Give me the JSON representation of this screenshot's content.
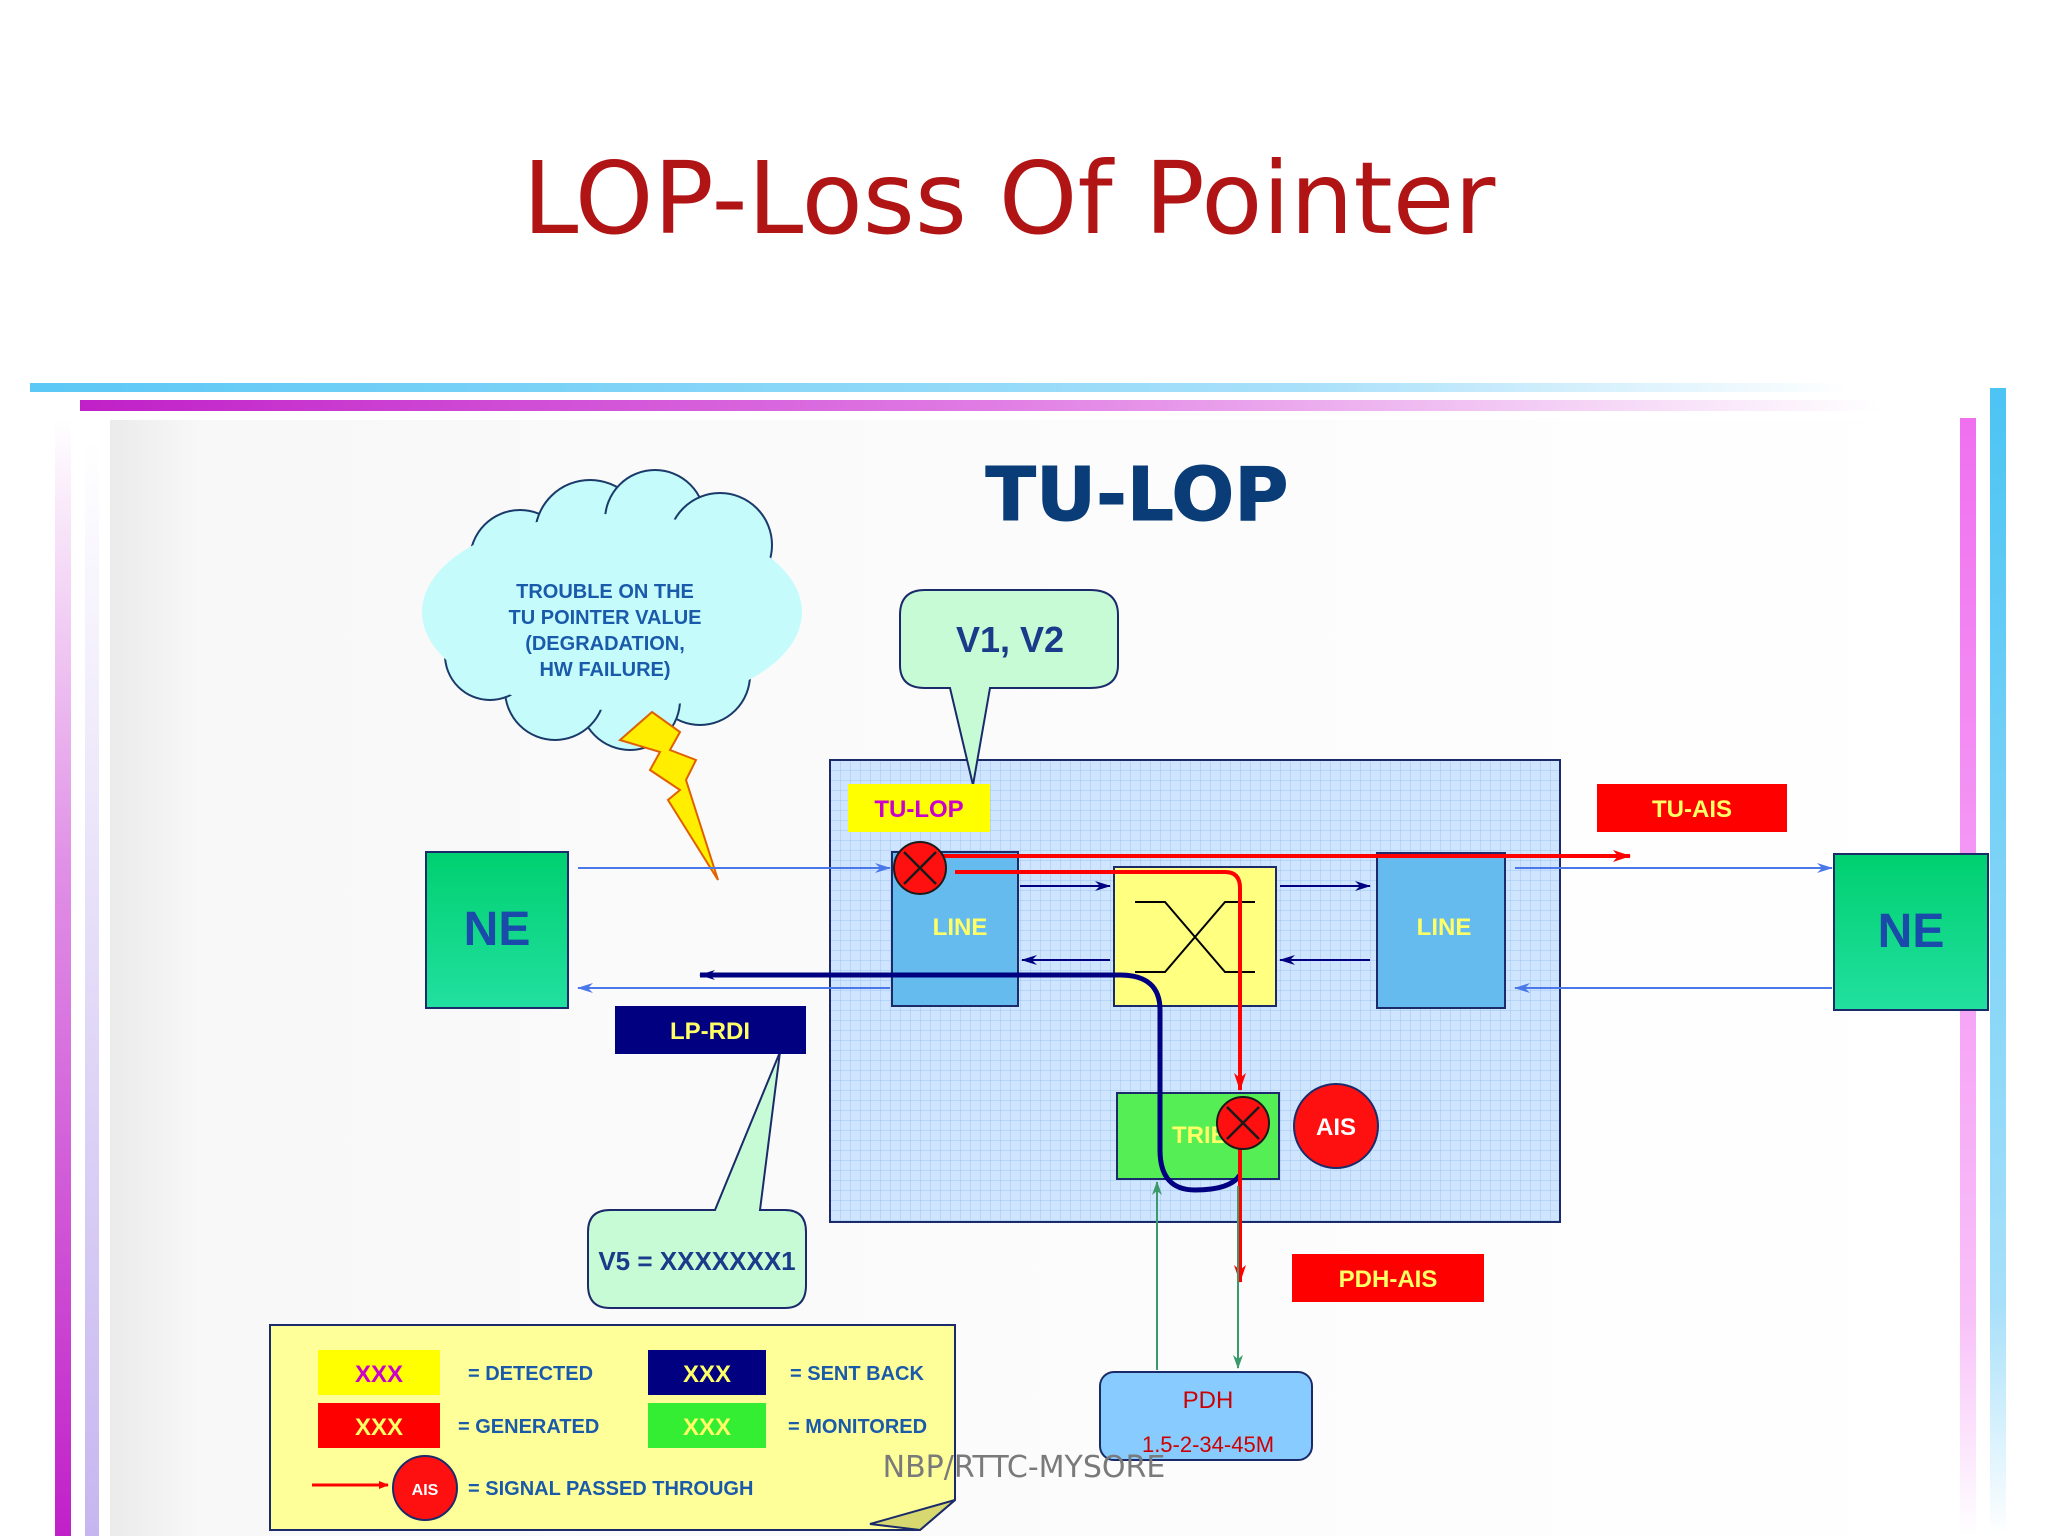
{
  "slide": {
    "title": "LOP-Loss Of Pointer",
    "footer": "NBP/RTTC-MYSORE"
  },
  "diagram": {
    "heading": "TU-LOP",
    "cloud_lines": [
      "TROUBLE ON THE",
      "TU POINTER VALUE",
      "(DEGRADATION,",
      "HW FAILURE)"
    ],
    "callout_v1v2": "V1, V2",
    "callout_v5": "V5 = XXXXXXX1",
    "ne_left": "NE",
    "ne_right": "NE",
    "line_left": "LINE",
    "line_right": "LINE",
    "tributary": "TRIB",
    "ais_circle": "AIS",
    "labels": {
      "tu_lop": "TU-LOP",
      "tu_ais": "TU-AIS",
      "lp_rdi": "LP-RDI",
      "pdh_ais": "PDH-AIS"
    },
    "pdh_box": {
      "title": "PDH",
      "rates": "1.5-2-34-45M"
    },
    "legend": {
      "swatch_text": "XXX",
      "detected": "= DETECTED",
      "generated": "= GENERATED",
      "sent_back": "= SENT BACK",
      "monitored": "= MONITORED",
      "ais_icon": "AIS",
      "signal_passed": "= SIGNAL PASSED THROUGH"
    },
    "colors": {
      "title_red": "#b01414",
      "heading_blue": "#0a3c78",
      "detected_yellow": "#ffff00",
      "generated_red": "#ff0000",
      "sent_back_navy": "#000080",
      "monitored_green": "#33ee33",
      "ne_green": "#00cc66",
      "line_blue": "#66bbee",
      "grid_bg": "#cce4ff"
    }
  }
}
